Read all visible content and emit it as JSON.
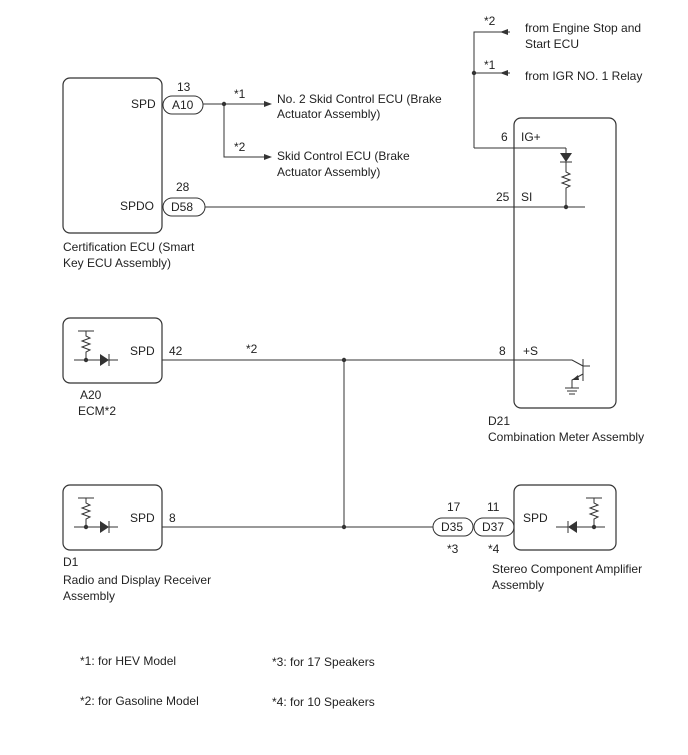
{
  "ecu_cert": {
    "spd_pin": "SPD",
    "spd_pin_no": "13",
    "spd_conn": "A10",
    "spdo_pin": "SPDO",
    "spdo_pin_no": "28",
    "spdo_conn": "D58",
    "caption_line1": "Certification ECU (Smart",
    "caption_line2": "Key ECU Assembly)"
  },
  "branch_top": {
    "note1": "*1",
    "dest1_line1": "No. 2 Skid Control ECU (Brake",
    "dest1_line2": "Actuator Assembly)",
    "note2": "*2",
    "dest2_line1": "Skid Control ECU (Brake",
    "dest2_line2": "Actuator Assembly)"
  },
  "power": {
    "note2": "*2",
    "src2_line1": "from Engine Stop and",
    "src2_line2": "Start ECU",
    "note1": "*1",
    "src1": "from IGR NO. 1 Relay"
  },
  "meter": {
    "ig_pin_no": "6",
    "ig_pin": "IG+",
    "si_pin_no": "25",
    "si_pin": "SI",
    "s_pin_no": "8",
    "s_pin": "+S",
    "conn": "D21",
    "caption": "Combination Meter Assembly"
  },
  "ecm": {
    "pin": "SPD",
    "pin_no": "42",
    "wire_note": "*2",
    "conn": "A20",
    "caption": "ECM*2"
  },
  "radio": {
    "pin": "SPD",
    "pin_no": "8",
    "conn": "D1",
    "caption_line1": "Radio and Display Receiver",
    "caption_line2": "Assembly"
  },
  "amp": {
    "conn1_no": "17",
    "conn1": "D35",
    "conn1_note": "*3",
    "conn2_no": "11",
    "conn2": "D37",
    "conn2_note": "*4",
    "pin": "SPD",
    "caption_line1": "Stereo Component Amplifier",
    "caption_line2": "Assembly"
  },
  "notes": {
    "n1": "*1: for HEV Model",
    "n2": "*2: for Gasoline Model",
    "n3": "*3: for 17 Speakers",
    "n4": "*4: for 10 Speakers"
  }
}
